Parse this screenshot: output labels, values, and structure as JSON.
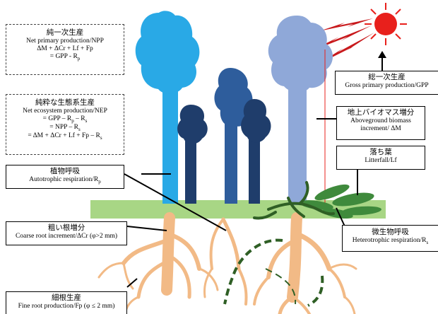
{
  "colors": {
    "canopy_light": "#29a9e6",
    "canopy_dark_blue": "#2e5d9c",
    "canopy_navy": "#1f3d6b",
    "canopy_periwinkle": "#8fa8d8",
    "ground": "#a8d685",
    "root": "#f2ba86",
    "sun": "#e8201c",
    "light_ray": "#c8191c",
    "litter": "#3f8a3c",
    "microbe_path": "#2f5f25"
  },
  "npp": {
    "title": "純一次生産",
    "subtitle": "Net primary production/NPP",
    "eq1": "ΔM + ΔCr + Lf + Fp",
    "eq2": "= GPP - R",
    "eq2_sub": "p"
  },
  "nep": {
    "title": "純粋な生態系生産",
    "subtitle": "Net ecosystem production/NEP",
    "eq1": "= GPP – R",
    "eq1_sub1": "p",
    "eq1_tail": " – R",
    "eq1_sub2": "s",
    "eq2": "= NPP – R",
    "eq2_sub": "s",
    "eq3": "= ΔM + ΔCr + Lf + Fp – R",
    "eq3_sub": "s"
  },
  "autotrophic": {
    "title": "植物呼吸",
    "subtitle": "Autotrophic respiration/R",
    "sub": "p"
  },
  "coarse_root": {
    "title": "粗い根増分",
    "subtitle": "Coarse root increment/ΔCr (φ>2 mm)"
  },
  "fine_root": {
    "title": "細根生産",
    "subtitle": "Fine root production/Fp (φ ≤ 2 mm)"
  },
  "gpp": {
    "title": "総一次生産",
    "subtitle": "Gross primary production/GPP"
  },
  "biomass": {
    "title": "地上バイオマス増分",
    "line1": "Aboveground biomass",
    "line2": "increment/ ΔM"
  },
  "litter": {
    "title": "落ち葉",
    "subtitle": "Litterfall/Lf"
  },
  "hetero": {
    "title": "微生物呼吸",
    "subtitle": "Heterotrophic respiration/R",
    "sub": "s"
  }
}
